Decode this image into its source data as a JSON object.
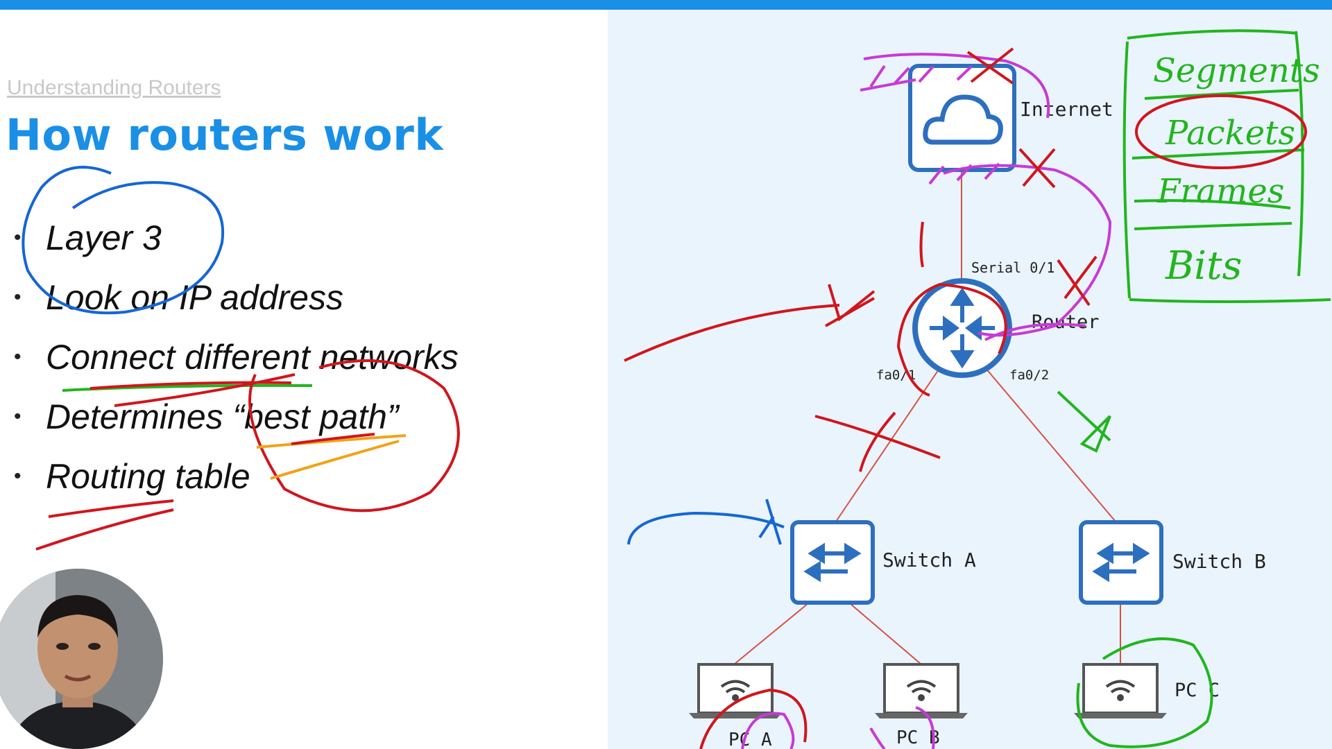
{
  "slide": {
    "breadcrumb": "Understanding Routers",
    "title": "How routers work",
    "bullets": [
      "Layer 3",
      "Look on IP address",
      "Connect different networks",
      "Determines “best path”",
      "Routing table"
    ]
  },
  "diagram": {
    "internet_label": "Internet",
    "router_label": "Router",
    "serial_label": "Serial 0/1",
    "fa01_label": "fa0/1",
    "fa02_label": "fa0/2",
    "switch_a_label": "Switch A",
    "switch_b_label": "Switch B",
    "pc_a_label": "PC A",
    "pc_b_label": "PC B",
    "pc_c_label": "PC C"
  },
  "annotations": {
    "osi_layers": [
      "Segments",
      "Packets",
      "Frames",
      "Bits"
    ]
  },
  "colors": {
    "accent": "#1a8fe6",
    "device_blue": "#2d6fbf",
    "link_red": "#d9503f",
    "ink_red": "#d0161c",
    "ink_blue": "#1566d6",
    "ink_green": "#22b51e",
    "ink_magenta": "#c63ad6",
    "ink_orange": "#f0a318"
  }
}
